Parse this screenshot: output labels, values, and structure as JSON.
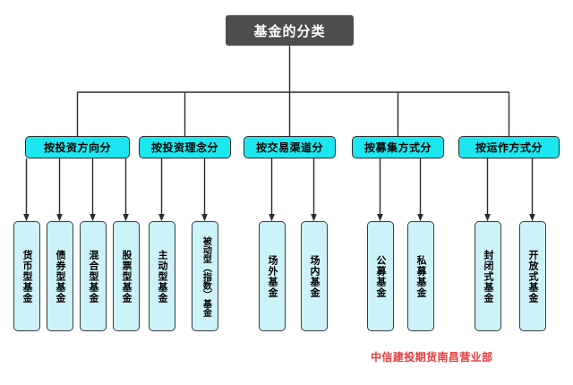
{
  "diagram": {
    "title": "基金的分类",
    "watermark": "中信建投期货南昌营业部",
    "colors": {
      "root_fill": "#4d4d4d",
      "root_text": "#ffffff",
      "category_fill": "#1ce7f0",
      "leaf_fill": "#ccf2fa",
      "line": "#2b2b2b",
      "watermark_text": "#e8393b"
    },
    "categories": [
      {
        "label": "按投资方向分",
        "children": [
          {
            "label": "货币型基金"
          },
          {
            "label": "债券型基金"
          },
          {
            "label": "混合型基金"
          },
          {
            "label": "股票型基金"
          }
        ]
      },
      {
        "label": "按投资理念分",
        "children": [
          {
            "label": "主动型基金"
          },
          {
            "label": "被动型（指数）基金"
          }
        ]
      },
      {
        "label": "按交易渠道分",
        "children": [
          {
            "label": "场外基金"
          },
          {
            "label": "场内基金"
          }
        ]
      },
      {
        "label": "按募集方式分",
        "children": [
          {
            "label": "公募基金"
          },
          {
            "label": "私募基金"
          }
        ]
      },
      {
        "label": "按运作方式分",
        "children": [
          {
            "label": "封闭式基金"
          },
          {
            "label": "开放式基金"
          }
        ]
      }
    ]
  }
}
